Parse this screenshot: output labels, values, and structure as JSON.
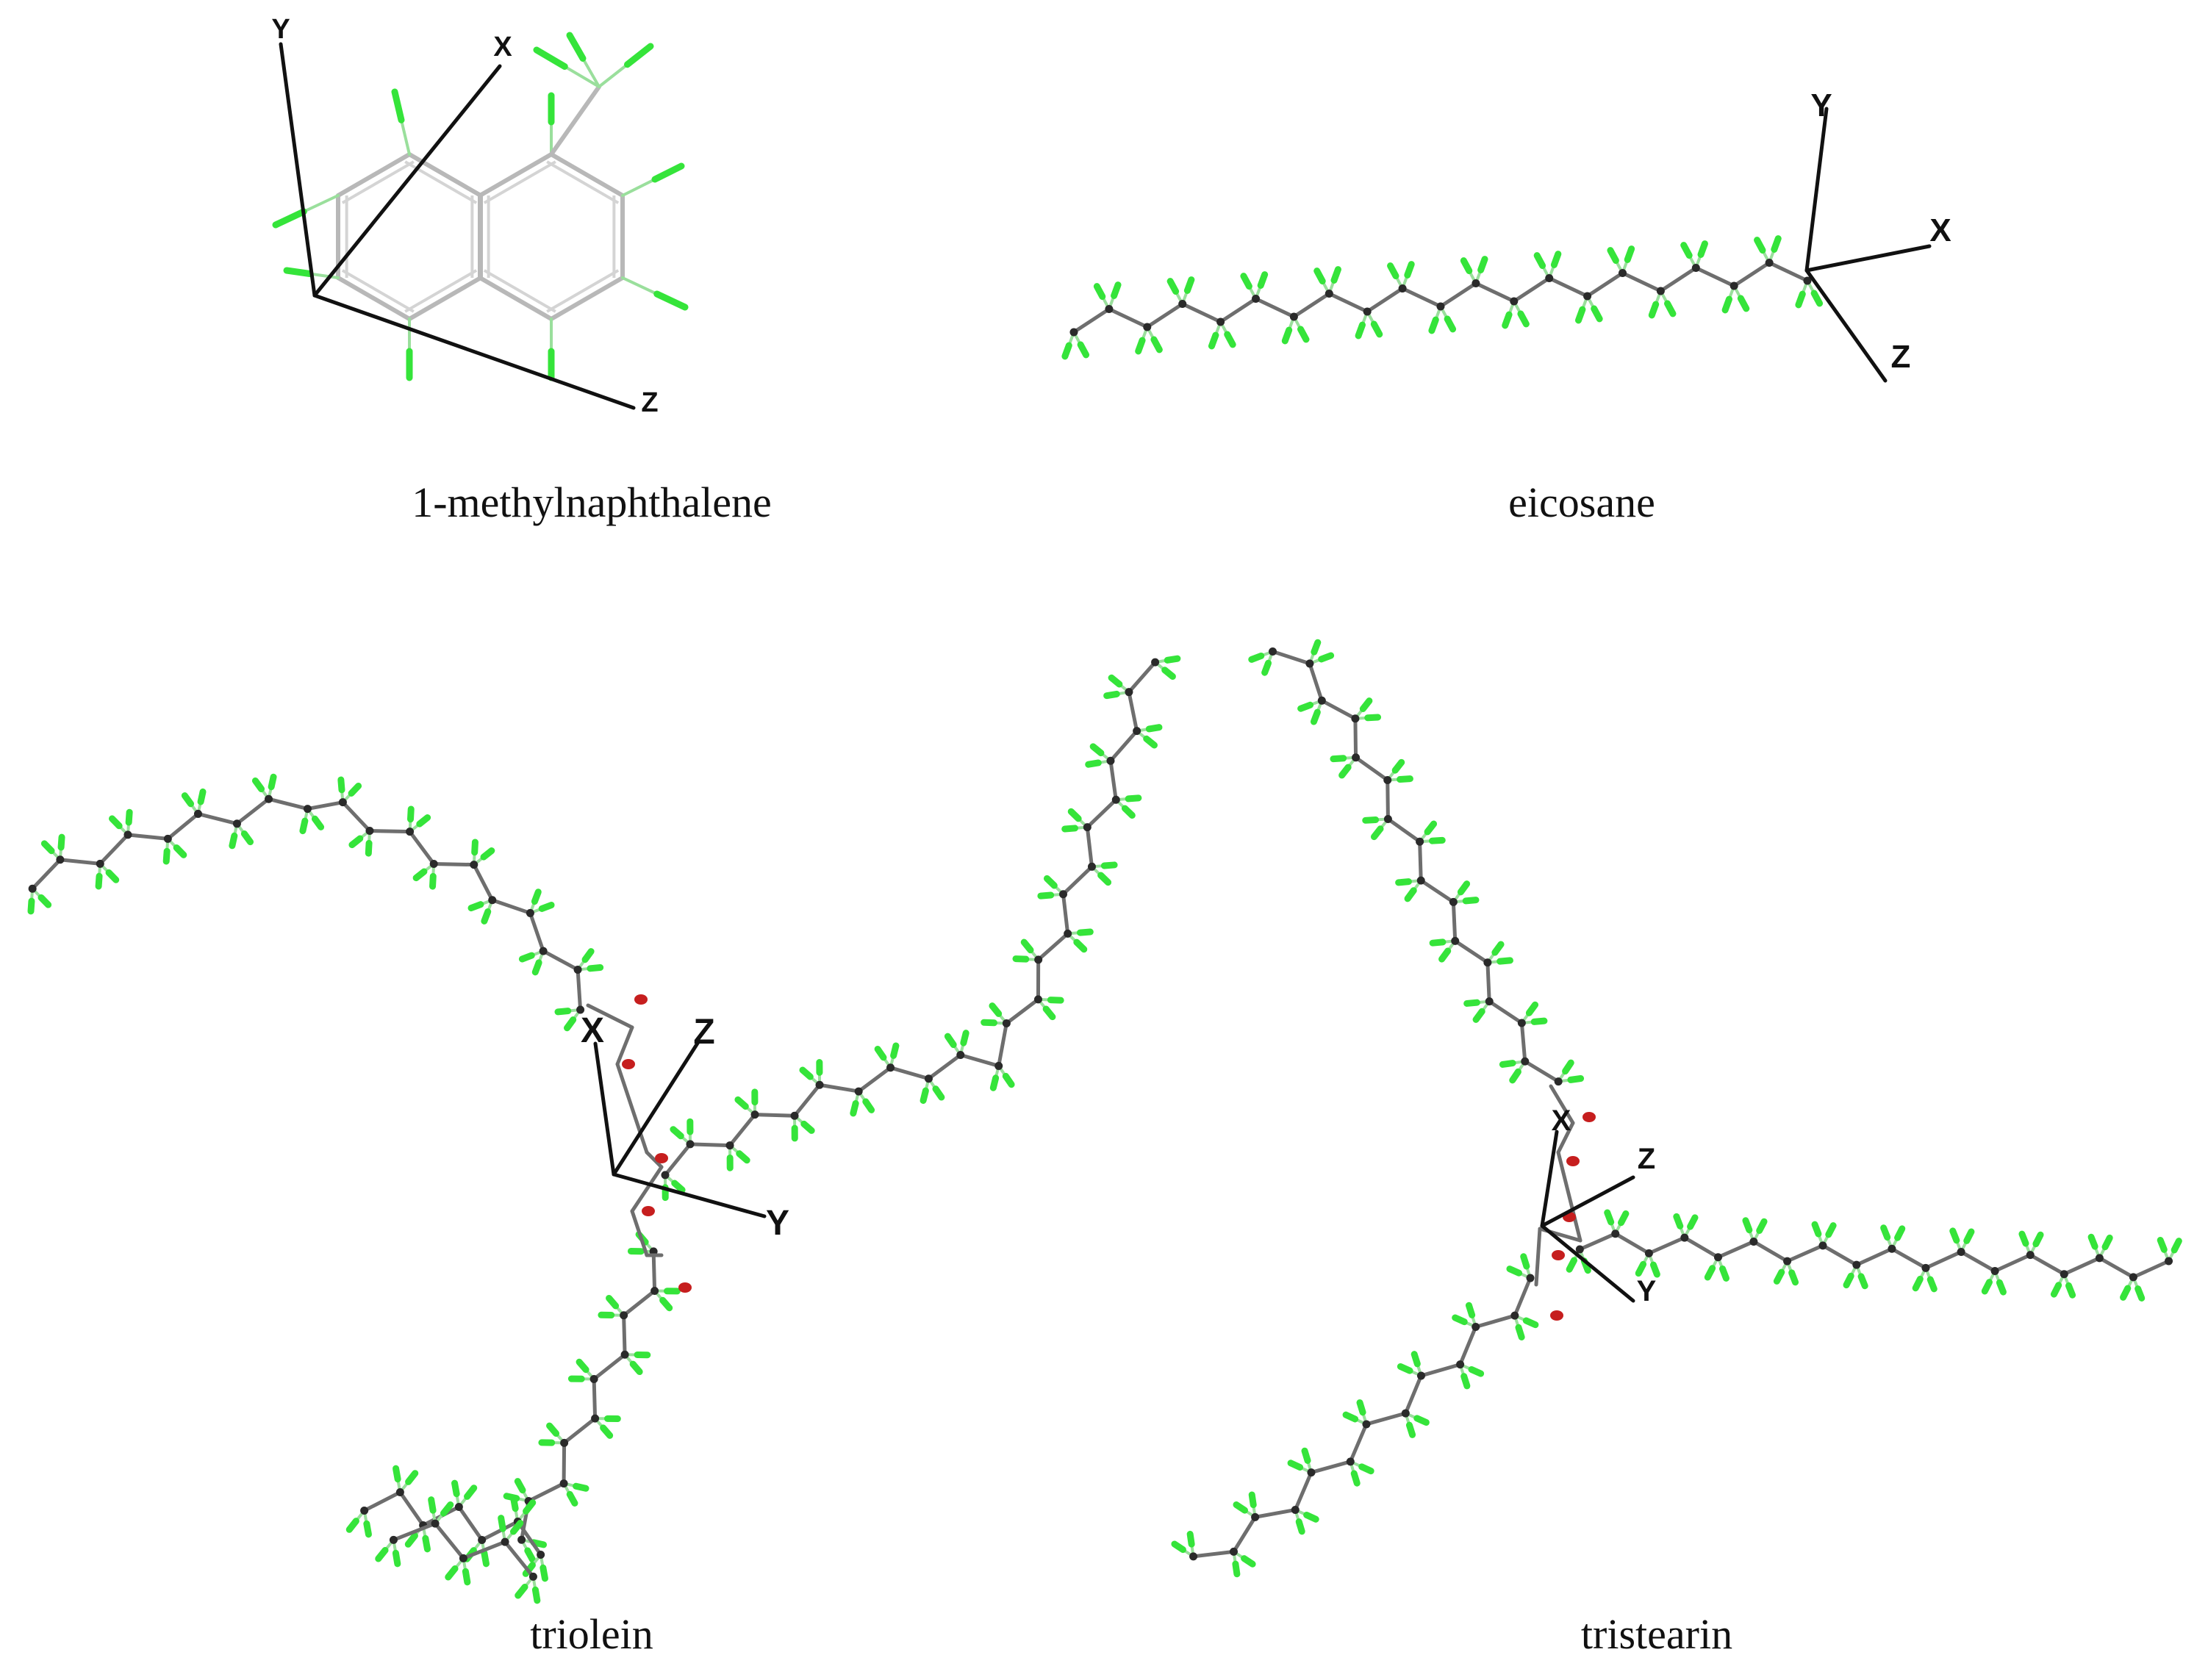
{
  "panels": [
    {
      "id": "methylnaphthalene",
      "caption": "1-methylnaphthalene",
      "axes": {
        "x": "X",
        "y": "Y",
        "z": "Z"
      }
    },
    {
      "id": "eicosane",
      "caption": "eicosane",
      "axes": {
        "x": "X",
        "y": "Y",
        "z": "Z"
      }
    },
    {
      "id": "triolein",
      "caption": "triolein",
      "axes": {
        "x": "X",
        "y": "Y",
        "z": "Z"
      }
    },
    {
      "id": "tristearin",
      "caption": "tristearin",
      "axes": {
        "x": "X",
        "y": "Y",
        "z": "Z"
      }
    }
  ],
  "colors": {
    "carbon": "#2a2a2a",
    "bond": "#6e6e6e",
    "hydrogen": "#35e43a",
    "oxygen": "#c61e1e",
    "axis": "#111111",
    "ring": "#b8b8b8"
  }
}
